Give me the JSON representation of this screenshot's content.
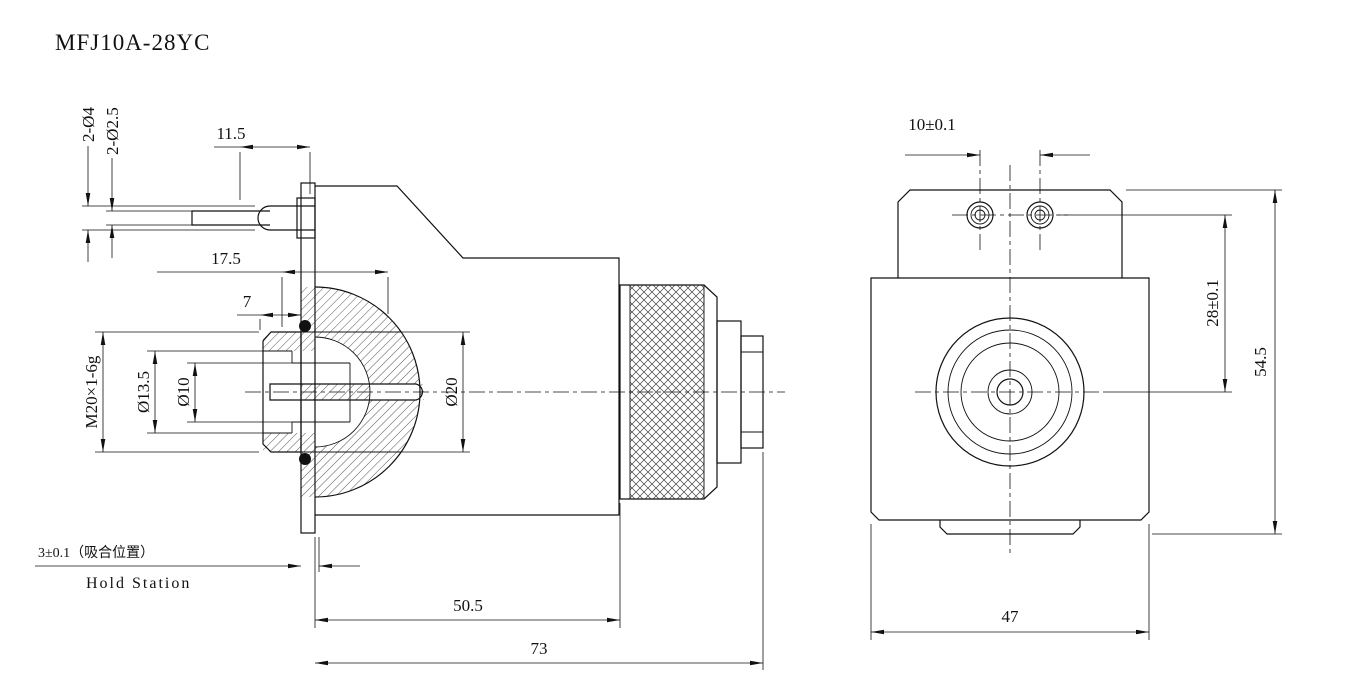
{
  "drawing": {
    "title": "MFJ10A-28YC",
    "side_view": {
      "dimensions": {
        "pin_dia": "2-Ø4",
        "pin_tip_dia": "2-Ø2.5",
        "pin_exposed_length": "11.5",
        "depth_to_pole": "17.5",
        "boss_length": "7",
        "thread_spec": "M20×1-6g",
        "counterbore_dia": "Ø13.5",
        "bore_dia": "Ø10",
        "tube_dia": "Ø20",
        "stroke_note_cn": "3±0.1（吸合位置）",
        "stroke_note_en": "Hold Station",
        "coil_body_length": "50.5",
        "overall_length": "73"
      }
    },
    "front_view": {
      "dimensions": {
        "hole_spacing": "10±0.1",
        "hole_to_center": "28±0.1",
        "overall_height": "54.5",
        "overall_width": "47"
      }
    }
  }
}
